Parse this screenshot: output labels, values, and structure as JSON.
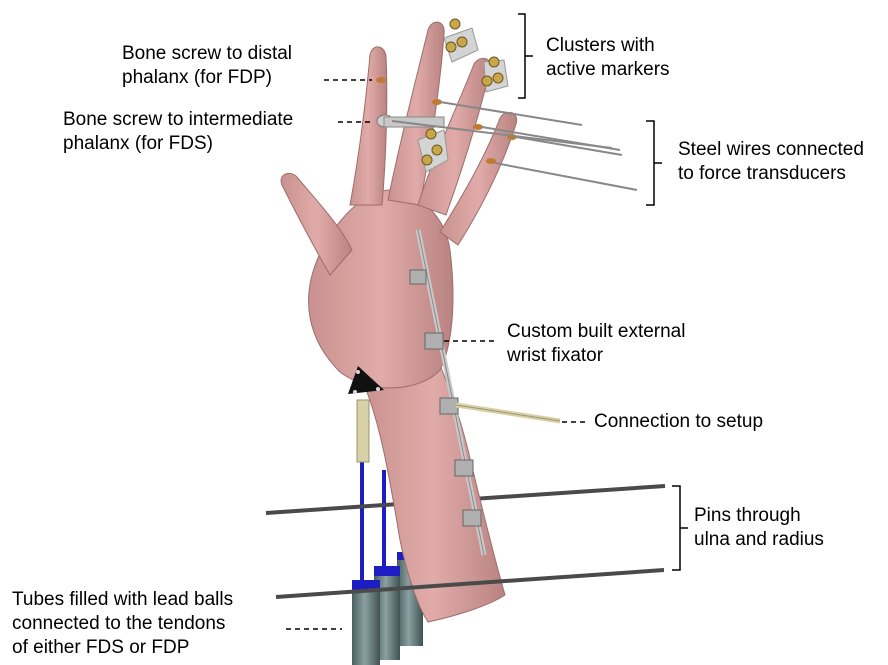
{
  "annotations": {
    "distal_screw": [
      "Bone screw to distal",
      "phalanx (for FDP)"
    ],
    "intermediate_screw": [
      "Bone screw to intermediate",
      "phalanx (for FDS)"
    ],
    "clusters": [
      "Clusters with",
      "active markers"
    ],
    "steel_wires": [
      "Steel wires connected",
      "to force transducers"
    ],
    "fixator": [
      "Custom built external",
      "wrist fixator"
    ],
    "connection": [
      "Connection to setup"
    ],
    "pins": [
      "Pins through",
      "ulna and radius"
    ],
    "tubes": [
      "Tubes filled with lead balls",
      "connected to the tendons",
      "of either FDS or FDP"
    ]
  },
  "colors": {
    "skin": "#d9a3a0",
    "skin_shadow": "#b67d7b",
    "metal": "#b8b8b8",
    "tube": "#5e7474",
    "tube_cap": "#1d1dc4",
    "marker": "#c9a64a",
    "screw": "#c07a30",
    "text": "#000000"
  }
}
